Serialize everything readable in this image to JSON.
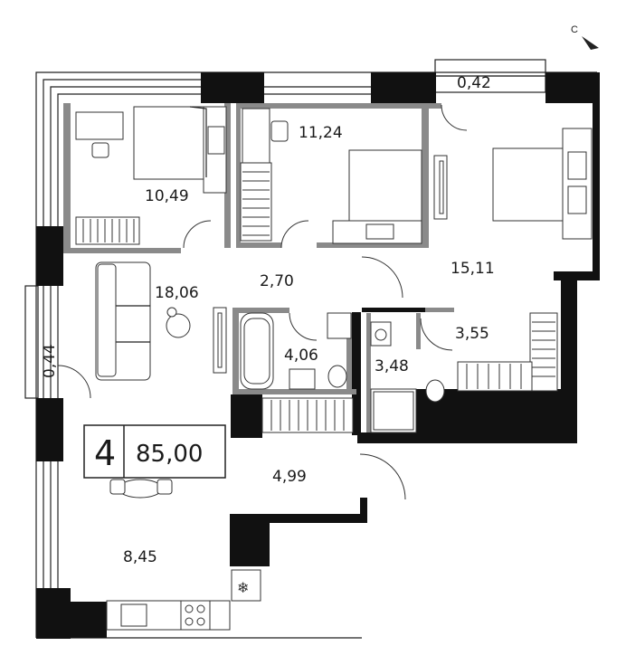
{
  "compass": {
    "label": "С"
  },
  "summary": {
    "rooms": "4",
    "total_area": "85,00"
  },
  "rooms": [
    {
      "id": "bedroom-1",
      "area": "10,49"
    },
    {
      "id": "bedroom-2",
      "area": "11,24"
    },
    {
      "id": "bedroom-3",
      "area": "15,11"
    },
    {
      "id": "hall",
      "area": "2,70"
    },
    {
      "id": "living",
      "area": "18,06"
    },
    {
      "id": "bathroom",
      "area": "4,06"
    },
    {
      "id": "toilet",
      "area": "3,48"
    },
    {
      "id": "wardrobe",
      "area": "3,55"
    },
    {
      "id": "corridor",
      "area": "4,99"
    },
    {
      "id": "kitchen",
      "area": "8,45"
    }
  ],
  "balconies": [
    {
      "id": "balcony-top",
      "area": "0,42"
    },
    {
      "id": "balcony-left",
      "area": "0,44"
    }
  ]
}
